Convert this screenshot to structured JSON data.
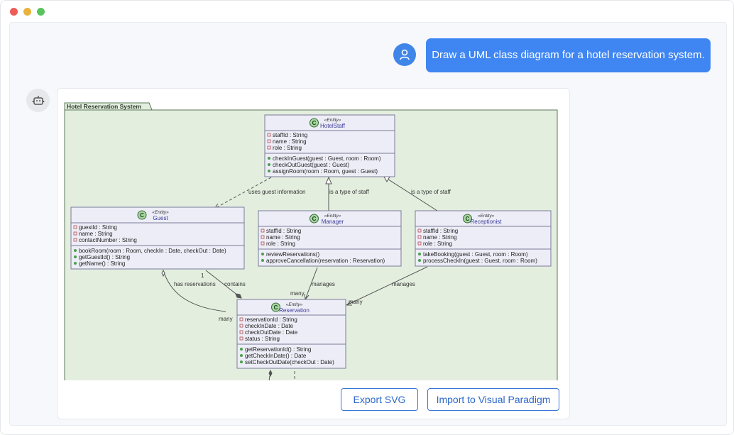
{
  "conversation": {
    "user_message": "Draw a UML class diagram for a hotel reservation system."
  },
  "diagram": {
    "package_name": "Hotel Reservation System",
    "classes": [
      {
        "id": "hotelstaff",
        "stereotype": "«Entity»",
        "name": "HotelStaff",
        "attributes": [
          "staffId : String",
          "name : String",
          "role : String"
        ],
        "methods": [
          "checkInGuest(guest : Guest, room : Room)",
          "checkOutGuest(guest : Guest)",
          "assignRoom(room : Room, guest : Guest)"
        ]
      },
      {
        "id": "guest",
        "stereotype": "«Entity»",
        "name": "Guest",
        "attributes": [
          "guestId : String",
          "name : String",
          "contactNumber : String"
        ],
        "methods": [
          "bookRoom(room : Room, checkIn : Date, checkOut : Date)",
          "getGuestId() : String",
          "getName() : String"
        ]
      },
      {
        "id": "manager",
        "stereotype": "«Entity»",
        "name": "Manager",
        "attributes": [
          "staffId : String",
          "name : String",
          "role : String"
        ],
        "methods": [
          "reviewReservations()",
          "approveCancellation(reservation : Reservation)"
        ]
      },
      {
        "id": "receptionist",
        "stereotype": "«Entity»",
        "name": "Receptionist",
        "attributes": [
          "staffId : String",
          "name : String",
          "role : String"
        ],
        "methods": [
          "takeBooking(guest : Guest, room : Room)",
          "processCheckIn(guest : Guest, room : Room)"
        ]
      },
      {
        "id": "reservation",
        "stereotype": "«Entity»",
        "name": "Reservation",
        "attributes": [
          "reservationId : String",
          "checkInDate : Date",
          "checkOutDate : Date",
          "status : String"
        ],
        "methods": [
          "getReservationId() : String",
          "getCheckInDate() : Date",
          "setCheckOutDate(checkOut : Date)"
        ]
      }
    ],
    "relation_labels": {
      "uses_guest_info": "uses guest information",
      "manager_type": "is a type of staff",
      "receptionist_type": "is a type of staff",
      "has_reservations": "has reservations",
      "contains": "contains",
      "manager_manages": "manages",
      "receptionist_manages": "manages",
      "mult_one": "1",
      "mult_many_manager": "many",
      "mult_many_receptionist": "many",
      "mult_many_guest": "many"
    }
  },
  "actions": {
    "export_label": "Export SVG",
    "import_label": "Import to Visual Paradigm"
  }
}
